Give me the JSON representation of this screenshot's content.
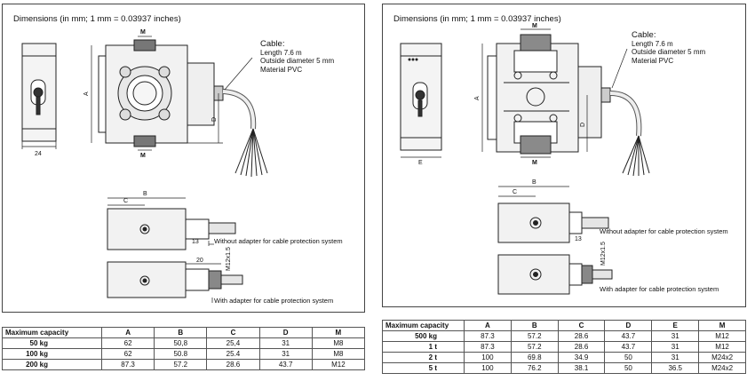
{
  "left": {
    "title": "Dimensions (in mm; 1 mm = 0.03937 inches)",
    "cable": {
      "heading": "Cable:",
      "lines": [
        "Length 7.6 m",
        "Outside diameter 5 mm",
        "Material PVC"
      ]
    },
    "dims": {
      "m_top": "M",
      "m_bottom": "M",
      "a": "A",
      "d": "D",
      "w24": "24",
      "b": "B",
      "c": "C",
      "n13": "13",
      "n20": "20",
      "m12": "M12x1.5"
    },
    "note_without": "Without adapter for cable protection system",
    "note_with": "With adapter for cable protection system",
    "table": {
      "headers": [
        "Maximum capacity",
        "A",
        "B",
        "C",
        "D",
        "M"
      ],
      "rows": [
        [
          "50 kg",
          "62",
          "50,8",
          "25,4",
          "31",
          "M8"
        ],
        [
          "100 kg",
          "62",
          "50.8",
          "25.4",
          "31",
          "M8"
        ],
        [
          "200 kg",
          "87.3",
          "57.2",
          "28.6",
          "43.7",
          "M12"
        ]
      ]
    }
  },
  "right": {
    "title": "Dimensions (in mm; 1 mm = 0.03937 inches)",
    "cable": {
      "heading": "Cable:",
      "lines": [
        "Length 7.6 m",
        "Outside diameter 5 mm",
        "Material PVC"
      ]
    },
    "dims": {
      "m_top": "M",
      "m_bottom": "M",
      "a": "A",
      "d": "D",
      "e": "E",
      "b": "B",
      "c": "C",
      "n13": "13",
      "m12": "M12x1.5"
    },
    "note_without": "Without adapter for cable protection system",
    "note_with": "With adapter for cable protection system",
    "table": {
      "headers": [
        "Maximum capacity",
        "A",
        "B",
        "C",
        "D",
        "E",
        "M"
      ],
      "rows": [
        [
          "500 kg",
          "87.3",
          "57.2",
          "28.6",
          "43.7",
          "31",
          "M12"
        ],
        [
          "1 t",
          "87.3",
          "57.2",
          "28.6",
          "43.7",
          "31",
          "M12"
        ],
        [
          "2 t",
          "100",
          "69.8",
          "34.9",
          "50",
          "31",
          "M24x2"
        ],
        [
          "5 t",
          "100",
          "76.2",
          "38.1",
          "50",
          "36.5",
          "M24x2"
        ]
      ]
    }
  }
}
